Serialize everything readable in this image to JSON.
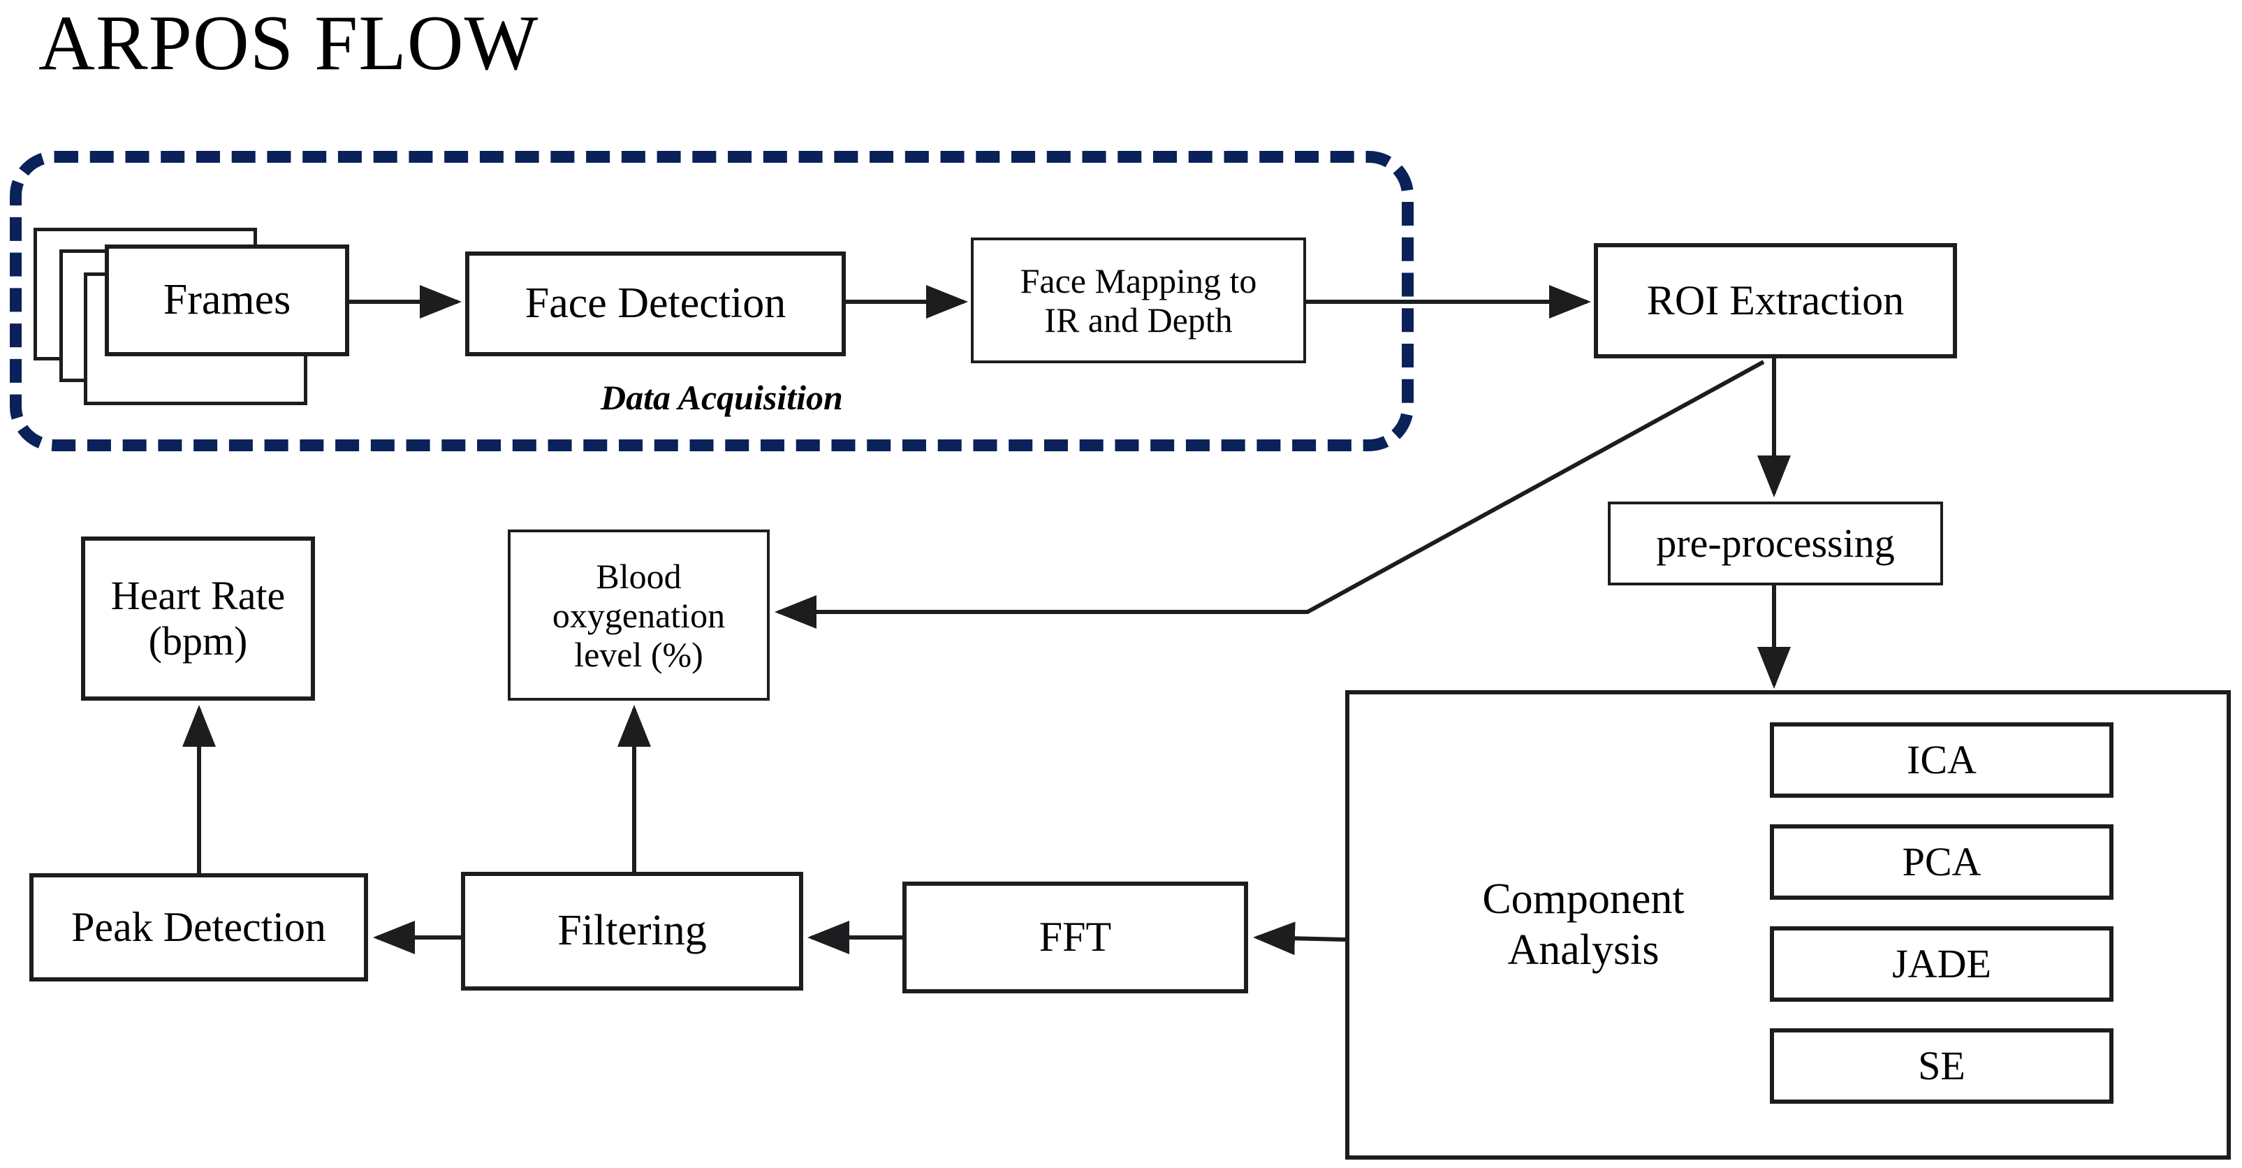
{
  "title": "ARPOS FLOW",
  "colors": {
    "dashed_group_border": "#0A2159",
    "box_border": "#1D1D1F",
    "text": "#000000",
    "background": "#FFFFFF"
  },
  "data_acquisition_group": {
    "caption": "Data Acquisition",
    "nodes": {
      "frames": "Frames",
      "face_detection": "Face Detection",
      "face_mapping": "Face Mapping to\nIR and Depth",
      "face_mapping_line1": "Face Mapping to",
      "face_mapping_line2": "IR and Depth"
    }
  },
  "pipeline": {
    "roi_extraction": "ROI Extraction",
    "pre_processing": "pre-processing",
    "component_analysis_line1": "Component",
    "component_analysis_line2": "Analysis",
    "component_methods": [
      "ICA",
      "PCA",
      "JADE",
      "SE"
    ],
    "fft": "FFT",
    "filtering": "Filtering",
    "peak_detection": "Peak Detection",
    "heart_rate_line1": "Heart Rate",
    "heart_rate_line2": "(bpm)",
    "blood_ox_line1": "Blood",
    "blood_ox_line2": "oxygenation",
    "blood_ox_line3": "level (%)"
  },
  "chart_data": {
    "type": "diagram",
    "title": "ARPOS FLOW",
    "nodes": [
      {
        "id": "frames",
        "label": "Frames",
        "group": "Data Acquisition"
      },
      {
        "id": "face_detection",
        "label": "Face Detection",
        "group": "Data Acquisition"
      },
      {
        "id": "face_mapping",
        "label": "Face Mapping to IR and Depth",
        "group": "Data Acquisition"
      },
      {
        "id": "roi_extraction",
        "label": "ROI Extraction",
        "group": null
      },
      {
        "id": "pre_processing",
        "label": "pre-processing",
        "group": null
      },
      {
        "id": "component_analysis",
        "label": "Component Analysis",
        "group": null
      },
      {
        "id": "ica",
        "label": "ICA",
        "group": "Component Analysis"
      },
      {
        "id": "pca",
        "label": "PCA",
        "group": "Component Analysis"
      },
      {
        "id": "jade",
        "label": "JADE",
        "group": "Component Analysis"
      },
      {
        "id": "se",
        "label": "SE",
        "group": "Component Analysis"
      },
      {
        "id": "fft",
        "label": "FFT",
        "group": null
      },
      {
        "id": "filtering",
        "label": "Filtering",
        "group": null
      },
      {
        "id": "peak_detection",
        "label": "Peak Detection",
        "group": null
      },
      {
        "id": "heart_rate",
        "label": "Heart Rate (bpm)",
        "group": null
      },
      {
        "id": "blood_ox",
        "label": "Blood oxygenation level (%)",
        "group": null
      }
    ],
    "edges": [
      {
        "from": "frames",
        "to": "face_detection"
      },
      {
        "from": "face_detection",
        "to": "face_mapping"
      },
      {
        "from": "face_mapping",
        "to": "roi_extraction"
      },
      {
        "from": "roi_extraction",
        "to": "pre_processing"
      },
      {
        "from": "roi_extraction",
        "to": "blood_ox"
      },
      {
        "from": "pre_processing",
        "to": "component_analysis"
      },
      {
        "from": "component_analysis",
        "to": "fft"
      },
      {
        "from": "fft",
        "to": "filtering"
      },
      {
        "from": "filtering",
        "to": "blood_ox"
      },
      {
        "from": "filtering",
        "to": "peak_detection"
      },
      {
        "from": "peak_detection",
        "to": "heart_rate"
      }
    ]
  }
}
